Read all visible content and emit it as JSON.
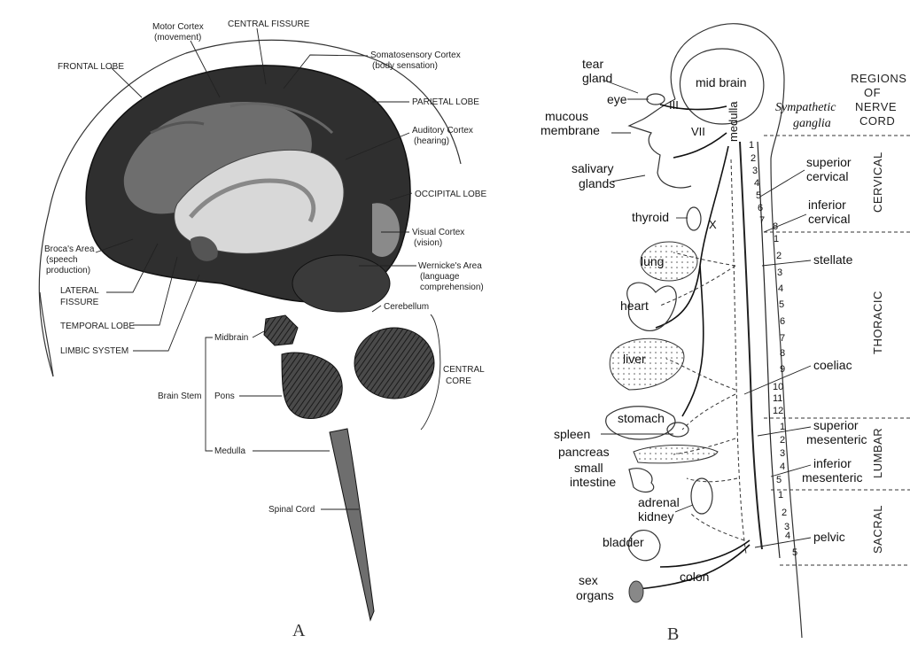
{
  "panel_a": {
    "caption": "A",
    "labels": {
      "motor_cortex": "Motor Cortex",
      "motor_cortex_sub": "(movement)",
      "central_fissure": "CENTRAL FISSURE",
      "somatosensory": "Somatosensory Cortex",
      "somatosensory_sub": "(body sensation)",
      "frontal_lobe": "FRONTAL LOBE",
      "parietal_lobe": "PARIETAL LOBE",
      "auditory": "Auditory Cortex",
      "auditory_sub": "(hearing)",
      "occipital_lobe": "OCCIPITAL LOBE",
      "visual": "Visual Cortex",
      "visual_sub": "(vision)",
      "brocas_1": "Broca's Area",
      "brocas_2": "(speech",
      "brocas_3": "production)",
      "wernickes_1": "Wernicke's Area",
      "wernickes_2": "(language",
      "wernickes_3": "comprehension)",
      "lateral_1": "LATERAL",
      "lateral_2": "FISSURE",
      "temporal_lobe": "TEMPORAL LOBE",
      "limbic_system": "LIMBIC SYSTEM",
      "cerebellum": "Cerebellum",
      "midbrain": "Midbrain",
      "brain_stem": "Brain Stem",
      "pons": "Pons",
      "medulla": "Medulla",
      "central_1": "CENTRAL",
      "central_2": "CORE",
      "spinal_cord": "Spinal Cord"
    }
  },
  "panel_b": {
    "caption": "B",
    "regions_title_1": "REGIONS",
    "regions_title_2": "OF",
    "regions_title_3": "NERVE",
    "regions_title_4": "CORD",
    "sympathetic_1": "Sympathetic",
    "sympathetic_2": "ganglia",
    "regions": [
      "CERVICAL",
      "THORACIC",
      "LUMBAR",
      "SACRAL"
    ],
    "cervical_numbers": [
      "1",
      "2",
      "3",
      "4",
      "5",
      "6",
      "7",
      "8"
    ],
    "thoracic_numbers": [
      "1",
      "2",
      "3",
      "4",
      "5",
      "6",
      "7",
      "8",
      "9",
      "10",
      "11",
      "12"
    ],
    "lumbar_numbers": [
      "1",
      "2",
      "3",
      "4",
      "5"
    ],
    "sacral_numbers": [
      "1",
      "2",
      "3",
      "4",
      "5"
    ],
    "cranial": {
      "iii": "III",
      "vii": "VII",
      "x": "X"
    },
    "organs": {
      "tear_1": "tear",
      "tear_2": "gland",
      "eye": "eye",
      "mucous_1": "mucous",
      "mucous_2": "membrane",
      "salivary_1": "salivary",
      "salivary_2": "glands",
      "thyroid": "thyroid",
      "lung": "lung",
      "heart": "heart",
      "liver": "liver",
      "stomach": "stomach",
      "spleen": "spleen",
      "pancreas": "pancreas",
      "small_1": "small",
      "small_2": "intestine",
      "adrenal": "adrenal",
      "kidney": "kidney",
      "bladder": "bladder",
      "sex_1": "sex",
      "sex_2": "organs",
      "colon": "colon",
      "mid_brain": "mid brain",
      "medulla": "medulla"
    },
    "ganglia": {
      "superior_cervical_1": "superior",
      "superior_cervical_2": "cervical",
      "inferior_cervical_1": "inferior",
      "inferior_cervical_2": "cervical",
      "stellate": "stellate",
      "coeliac": "coeliac",
      "sup_mes_1": "superior",
      "sup_mes_2": "mesenteric",
      "inf_mes_1": "inferior",
      "inf_mes_2": "mesenteric",
      "pelvic": "pelvic"
    }
  }
}
